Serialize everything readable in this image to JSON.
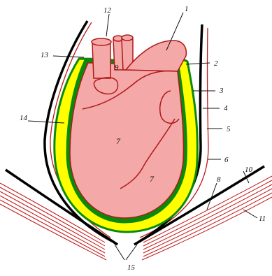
{
  "labels": {
    "l1": "1",
    "l2": "2",
    "l3": "3",
    "l4": "4",
    "l5": "5",
    "l6": "6",
    "l7a": "7",
    "l7b": "7",
    "l8": "8",
    "l9": "9",
    "l10": "10",
    "l11": "11",
    "l12": "12",
    "l13": "13",
    "l14": "14",
    "l15": "15"
  },
  "colors": {
    "heart_fill": "#f4a8a8",
    "heart_outline": "#b01818",
    "pericardium_outer": "#0a8a0a",
    "pericardial_cavity": "#ffff00",
    "parietal_layer": "#000000",
    "outer_tissue": "#c01818",
    "muscle_lines": "#c01818",
    "leader_lines": "#111111"
  }
}
